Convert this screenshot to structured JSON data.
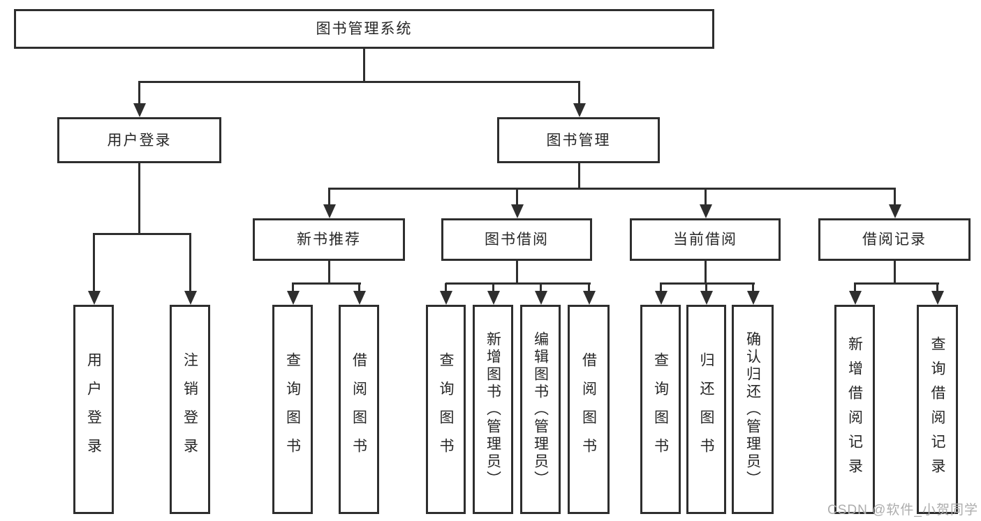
{
  "colors": {
    "background": "#ffffff",
    "line": "#2e2e2e",
    "box_border": "#2e2e2e",
    "box_fill": "#ffffff",
    "text": "#262626",
    "watermark": "#adadad"
  },
  "tree": {
    "root": {
      "label": "图书管理系统"
    },
    "branches": [
      {
        "label": "用户登录",
        "children": [
          {
            "label": "用户登录"
          },
          {
            "label": "注销登录"
          }
        ]
      },
      {
        "label": "图书管理",
        "children": [
          {
            "label": "新书推荐",
            "children": [
              {
                "label": "查询图书"
              },
              {
                "label": "借阅图书"
              }
            ]
          },
          {
            "label": "图书借阅",
            "children": [
              {
                "label": "查询图书"
              },
              {
                "label": "新增图书（管理员）"
              },
              {
                "label": "编辑图书（管理员）"
              },
              {
                "label": "借阅图书"
              }
            ]
          },
          {
            "label": "当前借阅",
            "children": [
              {
                "label": "查询图书"
              },
              {
                "label": "归还图书"
              },
              {
                "label": "确认归还（管理员）"
              }
            ]
          },
          {
            "label": "借阅记录",
            "children": [
              {
                "label": "新增借阅记录"
              },
              {
                "label": "查询借阅记录"
              }
            ]
          }
        ]
      }
    ]
  },
  "watermark": {
    "text": "CSDN @软件_小贺同学"
  }
}
